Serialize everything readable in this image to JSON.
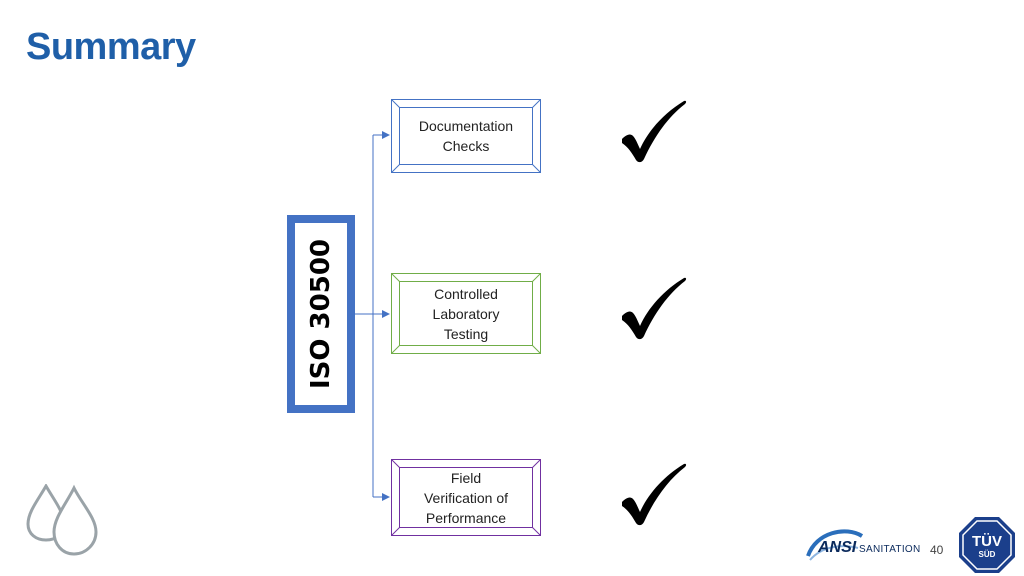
{
  "title": "Summary",
  "central_node": {
    "label": "ISO 30500"
  },
  "branches": [
    {
      "label": "Documentation\nChecks",
      "color": "#4472c4",
      "status": "checked"
    },
    {
      "label": "Controlled\nLaboratory\nTesting",
      "color": "#70ad47",
      "status": "checked"
    },
    {
      "label": "Field\nVerification of\nPerformance",
      "color": "#7030a0",
      "status": "checked"
    }
  ],
  "colors": {
    "title": "#1f5fa8",
    "connector": "#4472c4",
    "iso_border": "#4472c4"
  },
  "icons": [
    "checkmark-icon",
    "water-drops-icon"
  ],
  "footer": {
    "page_number": "40",
    "ansi_logo_text": "ANSI",
    "ansi_logo_subtext": "SANITATION",
    "tuv_logo_top": "TÜV",
    "tuv_logo_bottom": "SÜD"
  }
}
